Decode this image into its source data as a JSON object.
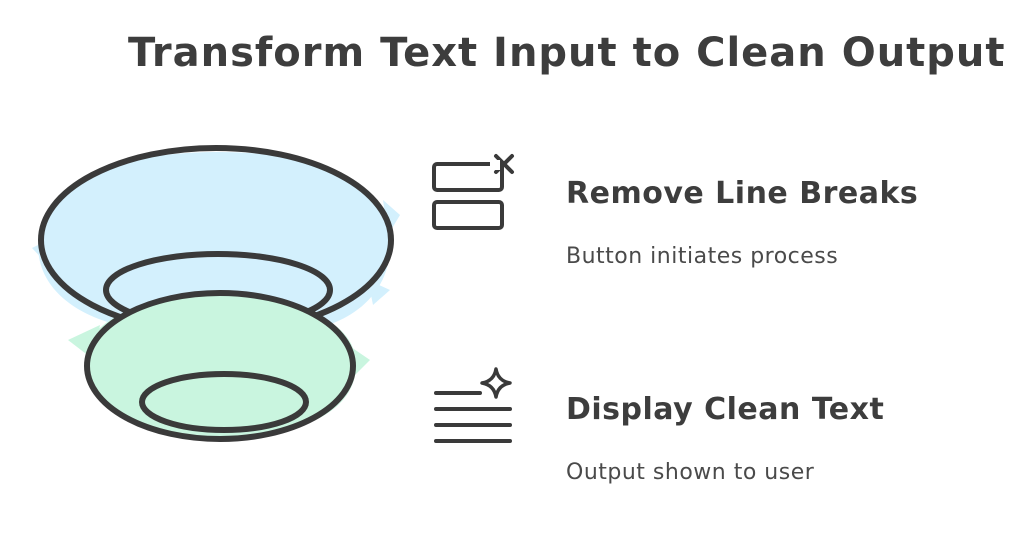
{
  "diagram": {
    "title": "Transform Text Input to Clean Output",
    "steps": [
      {
        "title": "Remove Line Breaks",
        "description": "Button initiates process",
        "icon": "remove-lines-icon",
        "color": "#d3f0fd"
      },
      {
        "title": "Display Clean Text",
        "description": "Output shown to user",
        "icon": "sparkle-text-icon",
        "color": "#c9f5df"
      }
    ],
    "stroke_color": "#3a3a3a"
  }
}
